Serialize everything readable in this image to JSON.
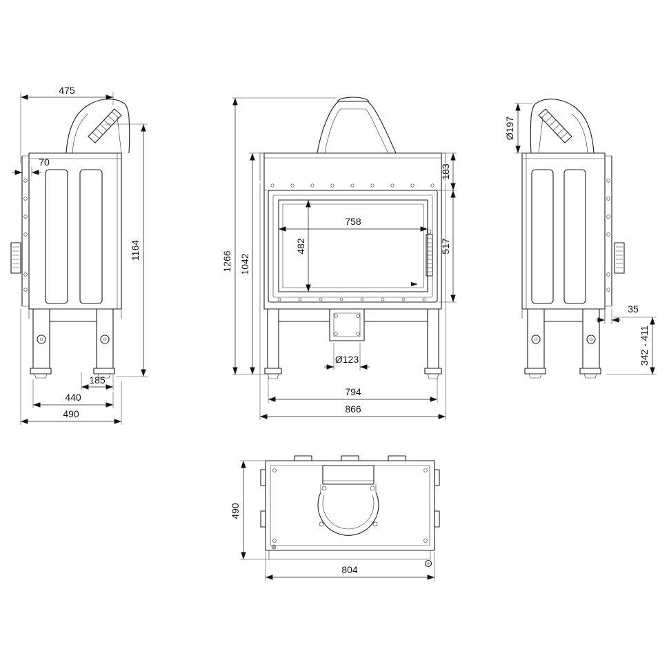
{
  "views": {
    "left_side": {
      "dims": {
        "depth_with_flue": "475",
        "rear_offset": "70",
        "height_to_flue": "1164",
        "leg_spacing": "185",
        "base_depth": "440",
        "total_depth": "490"
      }
    },
    "front": {
      "dims": {
        "total_height": "1266",
        "body_height": "1042",
        "top_panel_height": "183",
        "glass_width": "758",
        "glass_height": "482",
        "door_height": "517",
        "outlet_diameter": "Ø123",
        "body_width": "794",
        "total_width": "866"
      }
    },
    "right_side": {
      "dims": {
        "flue_diameter": "Ø197",
        "door_overhang": "35",
        "base_height_range": "342 - 411"
      }
    },
    "top": {
      "dims": {
        "depth": "490",
        "width": "804"
      }
    }
  }
}
